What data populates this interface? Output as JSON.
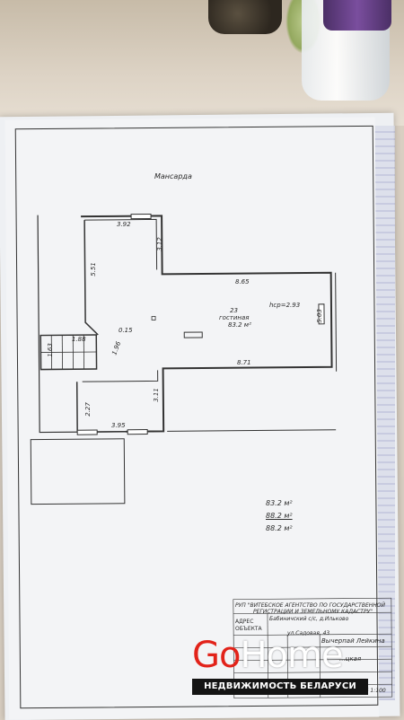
{
  "drawing": {
    "title": "Мансарда",
    "dims": {
      "d392": "3.92",
      "d312": "3.12",
      "d551": "5.51",
      "d865": "8.65",
      "hcp": "hcp=2.93",
      "d503": "5.03",
      "d015": "0.15",
      "d163": "1.63",
      "d188": "1.88",
      "d196": "1.96",
      "d871": "8.71",
      "d227": "2.27",
      "d311": "3.11",
      "d395": "3.95"
    },
    "room": {
      "number": "23",
      "name": "гостиная",
      "area": "83.2 м²"
    },
    "totals": [
      "83.2 м²",
      "88.2 м²",
      "88.2 м²"
    ]
  },
  "stamp": {
    "org_line1": "РУП \"ВИТЕБСКОЕ АГЕНТСТВО ПО ГОСУДАРСТВЕННОЙ",
    "org_line2": "РЕГИСТРАЦИИ И ЗЕМЕЛЬНОМУ КАДАСТРУ\"",
    "address_label_1": "АДРЕС",
    "address_label_2": "ОБЪЕКТА",
    "address_value_1": "Бабиничский с/с, д.Ильково",
    "address_value_2": "ул.Садовая, 43",
    "executor": "Вычерпай Лейкина",
    "checker": "...цкая",
    "scale": "Масштаб 1:100"
  },
  "watermark": {
    "brand_red": "Go",
    "brand_white": "Home",
    "subtitle": "НЕДВИЖИМОСТЬ БЕЛАРУСИ"
  }
}
